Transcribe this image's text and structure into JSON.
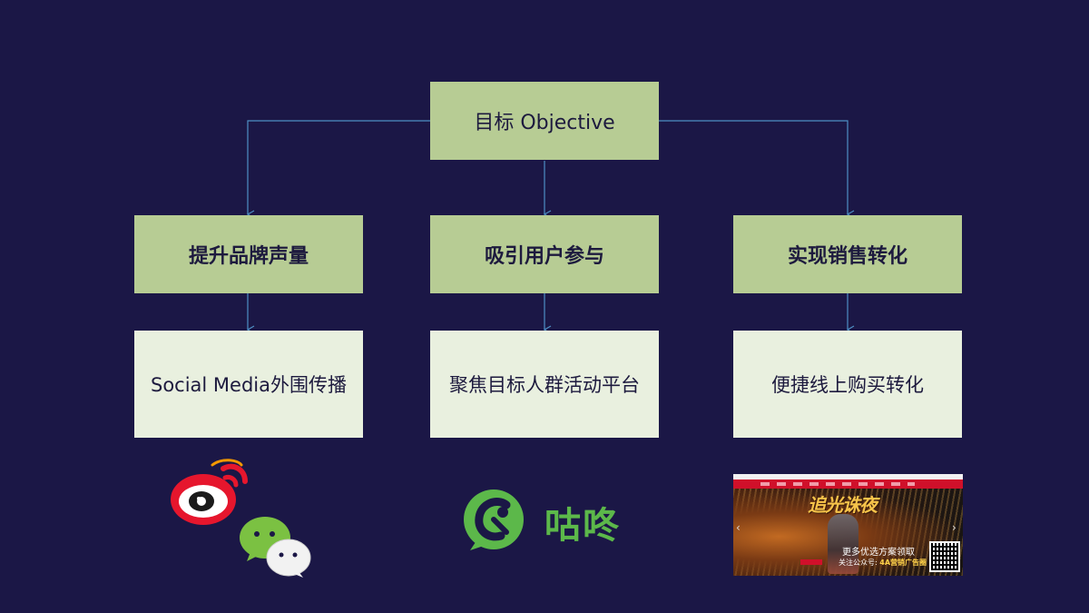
{
  "objective": {
    "label": "目标 Objective"
  },
  "goals": [
    {
      "label": "提升品牌声量"
    },
    {
      "label": "吸引用户参与"
    },
    {
      "label": "实现销售转化"
    }
  ],
  "strategies": [
    {
      "label": "Social Media外围传播"
    },
    {
      "label": "聚焦目标人群活动平台"
    },
    {
      "label": "便捷线上购买转化"
    }
  ],
  "logos": {
    "weibo": "weibo-logo-icon",
    "wechat": "wechat-logo-icon",
    "gudong_icon": "gudong-logo-icon",
    "gudong_text": "咕咚"
  },
  "website": {
    "headline": "追光诛夜",
    "promo_line1": "更多优选方案领取",
    "promo_line2_prefix": "关注公众号:",
    "promo_line2_highlight": "4A营销广告圈"
  },
  "colors": {
    "background": "#1b1746",
    "goal_box": "#b7cc94",
    "strategy_box": "#e9f0df",
    "connector": "#4e8fc4",
    "gudong_green": "#5cb84a"
  }
}
